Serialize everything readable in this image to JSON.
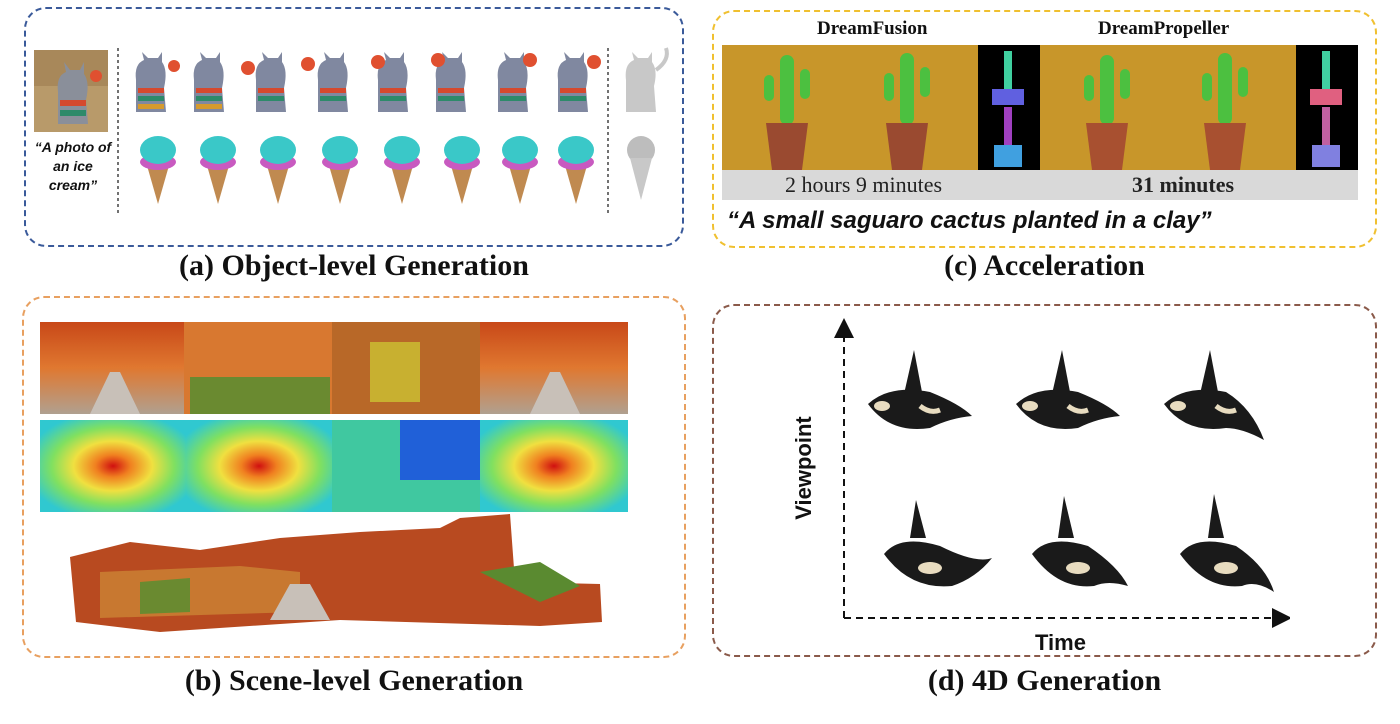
{
  "panels": {
    "a": {
      "caption": "(a) Object-level Generation",
      "quote": "“A photo of an ice cream”"
    },
    "b": {
      "caption": "(b) Scene-level Generation"
    },
    "c": {
      "caption": "(c) Acceleration",
      "methods": [
        "DreamFusion",
        "DreamPropeller"
      ],
      "times": [
        "2 hours 9 minutes",
        "31 minutes"
      ],
      "prompt": "“A small saguaro cactus planted in a clay”"
    },
    "d": {
      "caption": "(d) 4D Generation",
      "y_axis": "Viewpoint",
      "x_axis": "Time"
    }
  },
  "colors": {
    "panel_a_border": "#3a5a9a",
    "panel_b_border": "#e8a060",
    "panel_c_border": "#f0c030",
    "panel_d_border": "#8a5a4a"
  }
}
